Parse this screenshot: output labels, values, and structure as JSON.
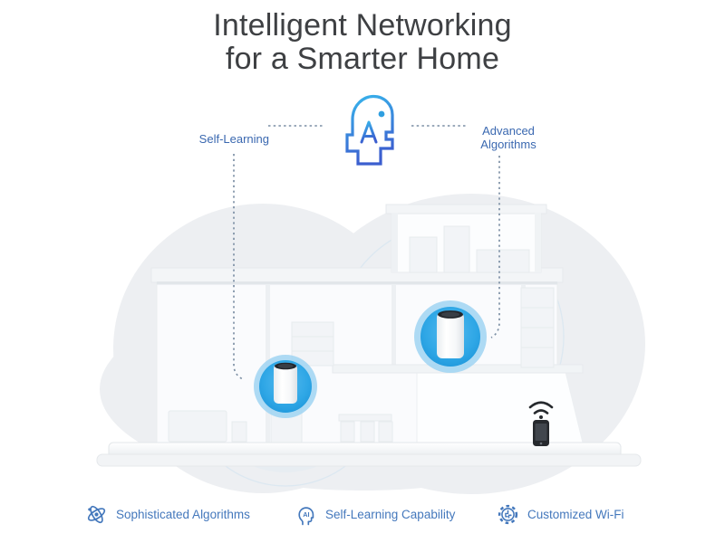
{
  "title": {
    "line1": "Intelligent Networking",
    "line2": "for a Smarter Home"
  },
  "callouts": {
    "left": "Self-Learning",
    "right": "Advanced Algorithms"
  },
  "features": [
    {
      "icon": "atom-icon",
      "label": "Sophisticated Algorithms"
    },
    {
      "icon": "ai-head-icon",
      "label": "Self-Learning Capability"
    },
    {
      "icon": "gear-circuit-icon",
      "label": "Customized Wi-Fi"
    }
  ],
  "icons": {
    "center": "ai-head-icon",
    "phone": "smartphone-wifi-icon",
    "devices": [
      "mesh-router",
      "mesh-router"
    ]
  },
  "colors": {
    "title_text": "#3e4043",
    "callout_blue": "#3a68b0",
    "feature_blue": "#4478bc",
    "icon_gradient_top": "#38b6ec",
    "icon_gradient_bottom": "#3b5ecf",
    "router_glow": "#2aa3e4",
    "router_glow_ring": "#9fd4f2",
    "cloud_gray": "#edeff2",
    "connector_gray": "#8ea0b2",
    "phone_dark": "#26292d"
  }
}
